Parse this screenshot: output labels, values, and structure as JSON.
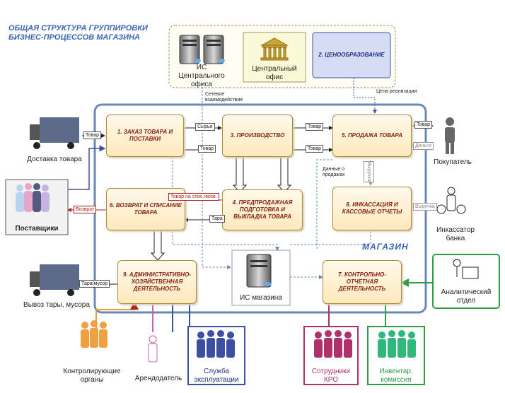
{
  "diagram": {
    "title": "ОБЩАЯ СТРУКТУРА ГРУППИРОВКИ БИЗНЕС-ПРОЦЕССОВ МАГАЗИНА",
    "store_label": "МАГАЗИН",
    "processes": {
      "p1": "1. ЗАКАЗ ТОВАРА И ПОСТАВКИ",
      "p2": "2. ЦЕНООБРАЗОВАНИЕ",
      "p3": "3. ПРОИЗВОДСТВО",
      "p4": "4. ПРЕДПРОДАЖНАЯ ПОДГОТОВКА И ВЫКЛАДКА ТОВАРА",
      "p5": "5. ПРОДАЖА ТОВАРА",
      "p6": "6. ВОЗВРАТ И СПИСАНИЕ ТОВАРА",
      "p7": "7. КОНТРОЛЬНО-ОТЧЕТНАЯ ДЕЯТЕЛЬНОСТЬ",
      "p8": "8. ИНКАССАЦИЯ И КАССОВЫЕ ОТЧЕТЫ",
      "p9": "9. АДМИНИСТРАТИВНО-ХОЗЯЙСТВЕННАЯ ДЕЯТЕЛЬНОСТЬ"
    },
    "entities": {
      "is_central": "ИС Центрального офиса",
      "central_office": "Центральный офис",
      "is_store": "ИС магазина",
      "delivery": "Доставка товара",
      "suppliers": "Поставщики",
      "waste": "Вывоз тары, мусора",
      "buyer": "Покупатель",
      "collector": "Инкассатор банка",
      "analytics": "Аналитический отдел",
      "control": "Контролирующие органы",
      "landlord": "Арендодатель",
      "service": "Служба эксплуатации",
      "kro": "Сотрудники КРО",
      "inventory": "Инвентар. комиссия"
    },
    "flows": {
      "tovar_in": "Товар",
      "syrie": "Сырье",
      "tovar_3_5": "Товар",
      "tovar_1_4": "Товар",
      "tovar_4_5": "Товар",
      "tovar_out": "Товар",
      "dengi": "Деньги",
      "vyruchka_v": "Выручка",
      "vyruchka_h": "Выручка",
      "vozvrat": "Возврат",
      "spis": "Товар на спис./возв.",
      "tara": "Тара",
      "tara_musor": "Тара/мусор",
      "network": "Сетевое взаимодействие",
      "price": "Цена реализации",
      "sales_data": "Данные о продажах"
    },
    "colors": {
      "title_blue": "#3b64b3",
      "store_border": "#6a89b8",
      "process_text": "#8a2010",
      "pricing_fill": "#d6dcf3",
      "green_arrow": "#2e9e44"
    }
  }
}
